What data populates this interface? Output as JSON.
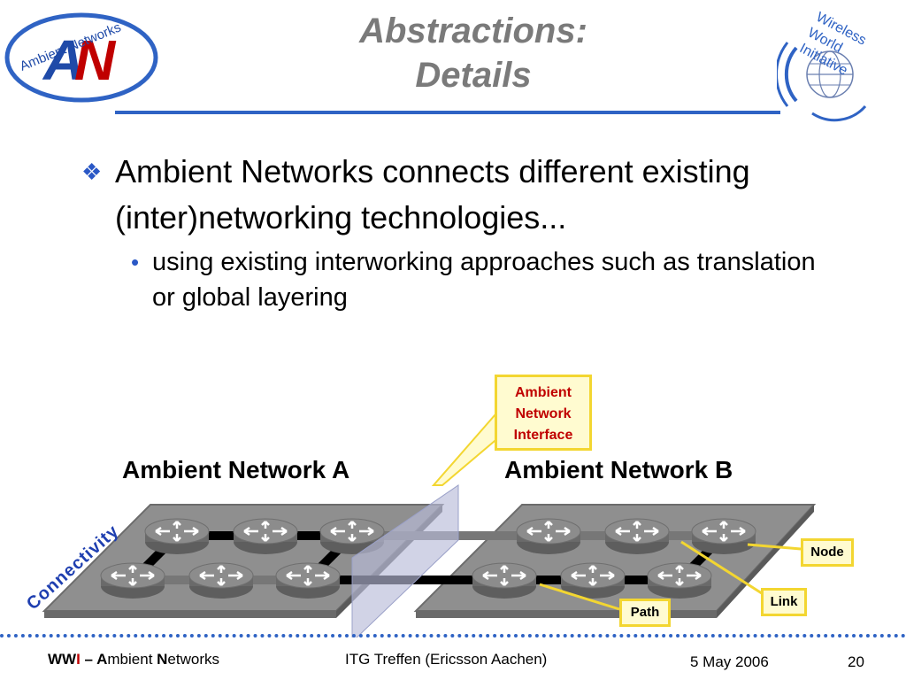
{
  "slide": {
    "title_line1": "Abstractions:",
    "title_line2": "Details",
    "logo_left_text": "Ambient Networks",
    "logo_right_text": "Wireless World Initiative",
    "bullet1": "Ambient Networks connects different existing (inter)networking technologies...",
    "bullet2": "using existing interworking approaches such as translation or global layering"
  },
  "diagram": {
    "network_a_label": "Ambient Network A",
    "network_b_label": "Ambient Network B",
    "connectivity_label": "Connectivity",
    "callout_interface": [
      "Ambient",
      "Network",
      "Interface"
    ],
    "callout_node": "Node",
    "callout_link": "Link",
    "callout_path": "Path"
  },
  "footer": {
    "brand_w": "WW",
    "brand_i": "I",
    "brand_sep": " – ",
    "brand_a": "A",
    "brand_mbient": "mbient ",
    "brand_n": "N",
    "brand_etworks": "etworks",
    "event": "ITG Treffen (Ericsson Aachen)",
    "date": "5 May 2006",
    "page": "20"
  },
  "colors": {
    "title": "#7a7a7a",
    "accent_blue": "#2f63c4",
    "callout_fill": "#fffbd0",
    "callout_border": "#f3d631",
    "interface_text": "#c00000",
    "brand_red": "#c00000"
  }
}
